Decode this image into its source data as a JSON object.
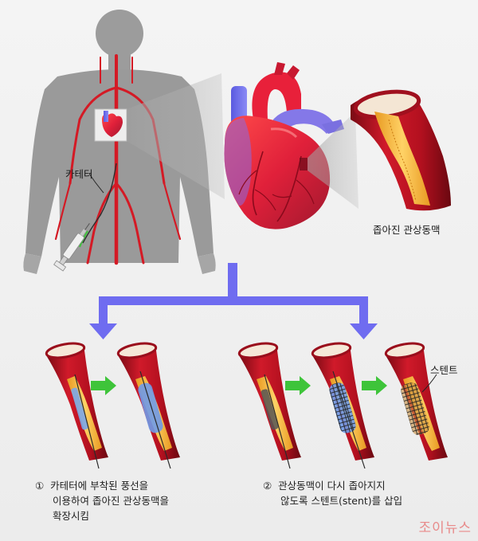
{
  "labels": {
    "catheter": "카테터",
    "narrowed_artery": "좁아진 관상동맥",
    "stent": "스텐트"
  },
  "captions": {
    "left": {
      "number": "①",
      "line1": "카테터에 부착된 풍선을",
      "line2": "이용하여 좁아진 관상동맥을",
      "line3": "확장시킴"
    },
    "right": {
      "number": "②",
      "line1": "관상동맥이 다시 좁아지지",
      "line2": "않도록 스텐트(stent)를 삽입"
    }
  },
  "source": "조이뉴스",
  "colors": {
    "artery_red": "#c8102e",
    "plaque_yellow": "#f2b63c",
    "flow_arrow_blue": "#6f6cf0",
    "step_arrow_green": "#3ec43a",
    "body_gray": "#9a9a9a"
  }
}
